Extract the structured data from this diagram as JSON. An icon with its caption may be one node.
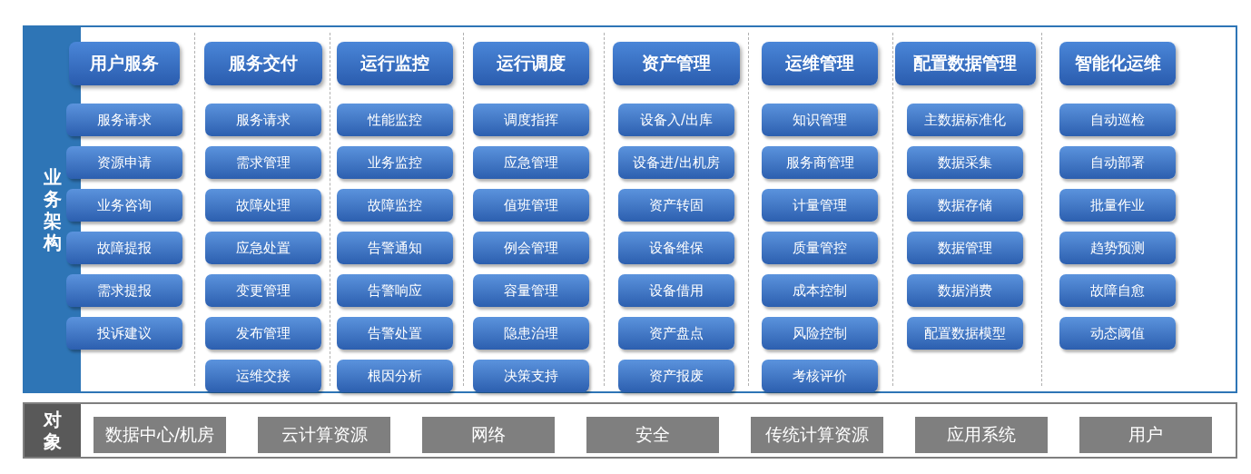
{
  "diagram": {
    "nodes": [
      {
        "text": [
          "业务架构"
        ]
      },
      {
        "text": [
          "用户服务"
        ],
        "in": 0
      },
      {
        "text": [
          "服务请求"
        ],
        "in": 0
      },
      {
        "text": [
          "资源申请"
        ],
        "in": 0
      },
      {
        "text": [
          "业务咨询"
        ],
        "in": 0
      },
      {
        "text": [
          "故障提报"
        ],
        "in": 0
      },
      {
        "text": [
          "需求提报"
        ],
        "in": 0
      },
      {
        "text": [
          "投诉建议"
        ],
        "in": 0
      },
      {
        "text": [
          "服务交付"
        ],
        "in": 0
      },
      {
        "text": [
          "服务请求"
        ],
        "in": 0
      },
      {
        "text": [
          "需求管理"
        ],
        "in": 0
      },
      {
        "text": [
          "故障处理"
        ],
        "in": 0
      },
      {
        "text": [
          "应急处置"
        ],
        "in": 0
      },
      {
        "text": [
          "变更管理"
        ],
        "in": 0
      },
      {
        "text": [
          "发布管理"
        ],
        "in": 0
      },
      {
        "text": [
          "运维交接"
        ],
        "in": 0
      },
      {
        "text": [
          "运行监控"
        ],
        "in": 0
      },
      {
        "text": [
          "性能监控"
        ],
        "in": 0
      },
      {
        "text": [
          "业务监控"
        ],
        "in": 0
      },
      {
        "text": [
          "故障监控"
        ],
        "in": 0
      },
      {
        "text": [
          "告警通知"
        ],
        "in": 0
      },
      {
        "text": [
          "告警响应"
        ],
        "in": 0
      },
      {
        "text": [
          "告警处置"
        ],
        "in": 0
      },
      {
        "text": [
          "根因分析"
        ],
        "in": 0
      },
      {
        "text": [
          "运行调度"
        ],
        "in": 0
      },
      {
        "text": [
          "调度指挥"
        ],
        "in": 0
      },
      {
        "text": [
          "应急管理"
        ],
        "in": 0
      },
      {
        "text": [
          "值班管理"
        ],
        "in": 0
      },
      {
        "text": [
          "例会管理"
        ],
        "in": 0
      },
      {
        "text": [
          "容量管理"
        ],
        "in": 0
      },
      {
        "text": [
          "隐患治理"
        ],
        "in": 0
      },
      {
        "text": [
          "决策支持"
        ],
        "in": 0
      },
      {
        "text": [
          "资产管理"
        ],
        "in": 0
      },
      {
        "text": [
          "设备入/出库"
        ],
        "in": 0
      },
      {
        "text": [
          "设备进/出机房"
        ],
        "in": 0
      },
      {
        "text": [
          "资产转固"
        ],
        "in": 0
      },
      {
        "text": [
          "设备维保"
        ],
        "in": 0
      },
      {
        "text": [
          "设备借用"
        ],
        "in": 0
      },
      {
        "text": [
          "资产盘点"
        ],
        "in": 0
      },
      {
        "text": [
          "资产报废"
        ],
        "in": 0
      },
      {
        "text": [
          "运维管理"
        ],
        "in": 0
      },
      {
        "text": [
          "知识管理"
        ],
        "in": 0
      },
      {
        "text": [
          "服务商管理"
        ],
        "in": 0
      },
      {
        "text": [
          "计量管理"
        ],
        "in": 0
      },
      {
        "text": [
          "质量管控"
        ],
        "in": 0
      },
      {
        "text": [
          "成本控制"
        ],
        "in": 0
      },
      {
        "text": [
          "风险控制"
        ],
        "in": 0
      },
      {
        "text": [
          "考核评价"
        ],
        "in": 0
      },
      {
        "text": [
          "配置数据管理"
        ],
        "in": 0
      },
      {
        "text": [
          "主数据标准化"
        ],
        "in": 0
      },
      {
        "text": [
          "数据采集"
        ],
        "in": 0
      },
      {
        "text": [
          "数据存储"
        ],
        "in": 0
      },
      {
        "text": [
          "数据管理"
        ],
        "in": 0
      },
      {
        "text": [
          "数据消费"
        ],
        "in": 0
      },
      {
        "text": [
          "配置数据模型"
        ],
        "in": 0
      },
      {
        "text": [
          "智能化运维"
        ],
        "in": 0
      },
      {
        "text": [
          "自动巡检"
        ],
        "in": 0
      },
      {
        "text": [
          "自动部署"
        ],
        "in": 0
      },
      {
        "text": [
          "批量作业"
        ],
        "in": 0
      },
      {
        "text": [
          "趋势预测"
        ],
        "in": 0
      },
      {
        "text": [
          "故障自愈"
        ],
        "in": 0
      },
      {
        "text": [
          "动态阈值"
        ],
        "in": 0
      },
      {
        "text": [
          "对象"
        ]
      },
      {
        "text": [
          "数据中心/机房"
        ],
        "in": 62
      },
      {
        "text": [
          "云计算资源"
        ],
        "in": 62
      },
      {
        "text": [
          "网络"
        ],
        "in": 62
      },
      {
        "text": [
          "安全"
        ],
        "in": 62
      },
      {
        "text": [
          "传统计算资源"
        ],
        "in": 62
      },
      {
        "text": [
          "应用系统"
        ],
        "in": 62
      },
      {
        "text": [
          "用户"
        ],
        "in": 62
      }
    ]
  }
}
